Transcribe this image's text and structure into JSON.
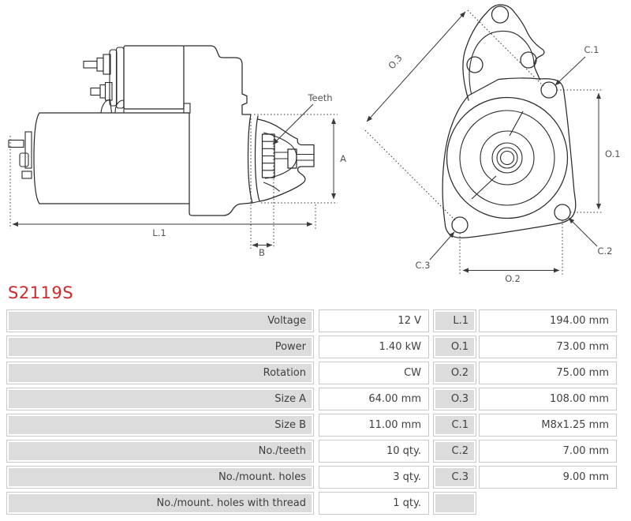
{
  "title": {
    "text": "S2119S"
  },
  "colors": {
    "title_red": "#cb2b2b",
    "table_cell_gray": "#dcdcdc",
    "table_border": "#c9c9c9",
    "table_text": "#3f3f3f",
    "drawing_line": "#2b2b2b",
    "dim_line": "#3a3a3a",
    "label_gray": "#545454",
    "background": "#ffffff"
  },
  "diagram": {
    "side_view": {
      "labels": {
        "teeth": "Teeth",
        "length": "L.1",
        "size_a": "A",
        "size_b": "B"
      }
    },
    "front_view": {
      "labels": {
        "o1": "O.1",
        "o2": "O.2",
        "o3": "O.3",
        "c1": "C.1",
        "c2": "C.2",
        "c3": "C.3"
      }
    }
  },
  "table": {
    "rows": [
      {
        "label": "Voltage",
        "value": "12 V",
        "dim": "L.1",
        "dim_value": "194.00 mm"
      },
      {
        "label": "Power",
        "value": "1.40 kW",
        "dim": "O.1",
        "dim_value": "73.00 mm"
      },
      {
        "label": "Rotation",
        "value": "CW",
        "dim": "O.2",
        "dim_value": "75.00 mm"
      },
      {
        "label": "Size A",
        "value": "64.00 mm",
        "dim": "O.3",
        "dim_value": "108.00 mm"
      },
      {
        "label": "Size B",
        "value": "11.00 mm",
        "dim": "C.1",
        "dim_value": "M8x1.25 mm"
      },
      {
        "label": "No./teeth",
        "value": "10 qty.",
        "dim": "C.2",
        "dim_value": "7.00 mm"
      },
      {
        "label": "No./mount. holes",
        "value": "3 qty.",
        "dim": "C.3",
        "dim_value": "9.00 mm"
      },
      {
        "label": "No./mount. holes with thread",
        "value": "1 qty.",
        "dim": "",
        "dim_value": ""
      }
    ]
  }
}
